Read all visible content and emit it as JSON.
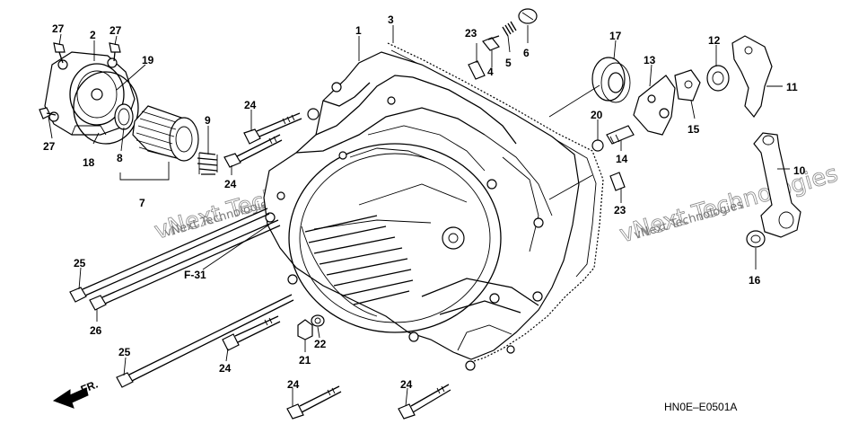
{
  "diagram": {
    "watermark": "vNext Technologies",
    "ref_code": "HN0E–E0501A",
    "section_ref": "F-31",
    "direction_ref": "FR.",
    "callouts": [
      {
        "id": "c1",
        "text": "1"
      },
      {
        "id": "c2",
        "text": "2"
      },
      {
        "id": "c3",
        "text": "3"
      },
      {
        "id": "c4",
        "text": "4"
      },
      {
        "id": "c5",
        "text": "5"
      },
      {
        "id": "c6",
        "text": "6"
      },
      {
        "id": "c7",
        "text": "7"
      },
      {
        "id": "c8",
        "text": "8"
      },
      {
        "id": "c9",
        "text": "9"
      },
      {
        "id": "c10",
        "text": "10"
      },
      {
        "id": "c11",
        "text": "11"
      },
      {
        "id": "c12",
        "text": "12"
      },
      {
        "id": "c13",
        "text": "13"
      },
      {
        "id": "c14",
        "text": "14"
      },
      {
        "id": "c15",
        "text": "15"
      },
      {
        "id": "c16",
        "text": "16"
      },
      {
        "id": "c17",
        "text": "17"
      },
      {
        "id": "c18",
        "text": "18"
      },
      {
        "id": "c19",
        "text": "19"
      },
      {
        "id": "c20",
        "text": "20"
      },
      {
        "id": "c21",
        "text": "21"
      },
      {
        "id": "c22",
        "text": "22"
      },
      {
        "id": "c23a",
        "text": "23"
      },
      {
        "id": "c23b",
        "text": "23"
      },
      {
        "id": "c24a",
        "text": "24"
      },
      {
        "id": "c24b",
        "text": "24"
      },
      {
        "id": "c24c",
        "text": "24"
      },
      {
        "id": "c24d",
        "text": "24"
      },
      {
        "id": "c24e",
        "text": "24"
      },
      {
        "id": "c25a",
        "text": "25"
      },
      {
        "id": "c25b",
        "text": "25"
      },
      {
        "id": "c26",
        "text": "26"
      },
      {
        "id": "c27a",
        "text": "27"
      },
      {
        "id": "c27b",
        "text": "27"
      },
      {
        "id": "c27c",
        "text": "27"
      }
    ]
  }
}
